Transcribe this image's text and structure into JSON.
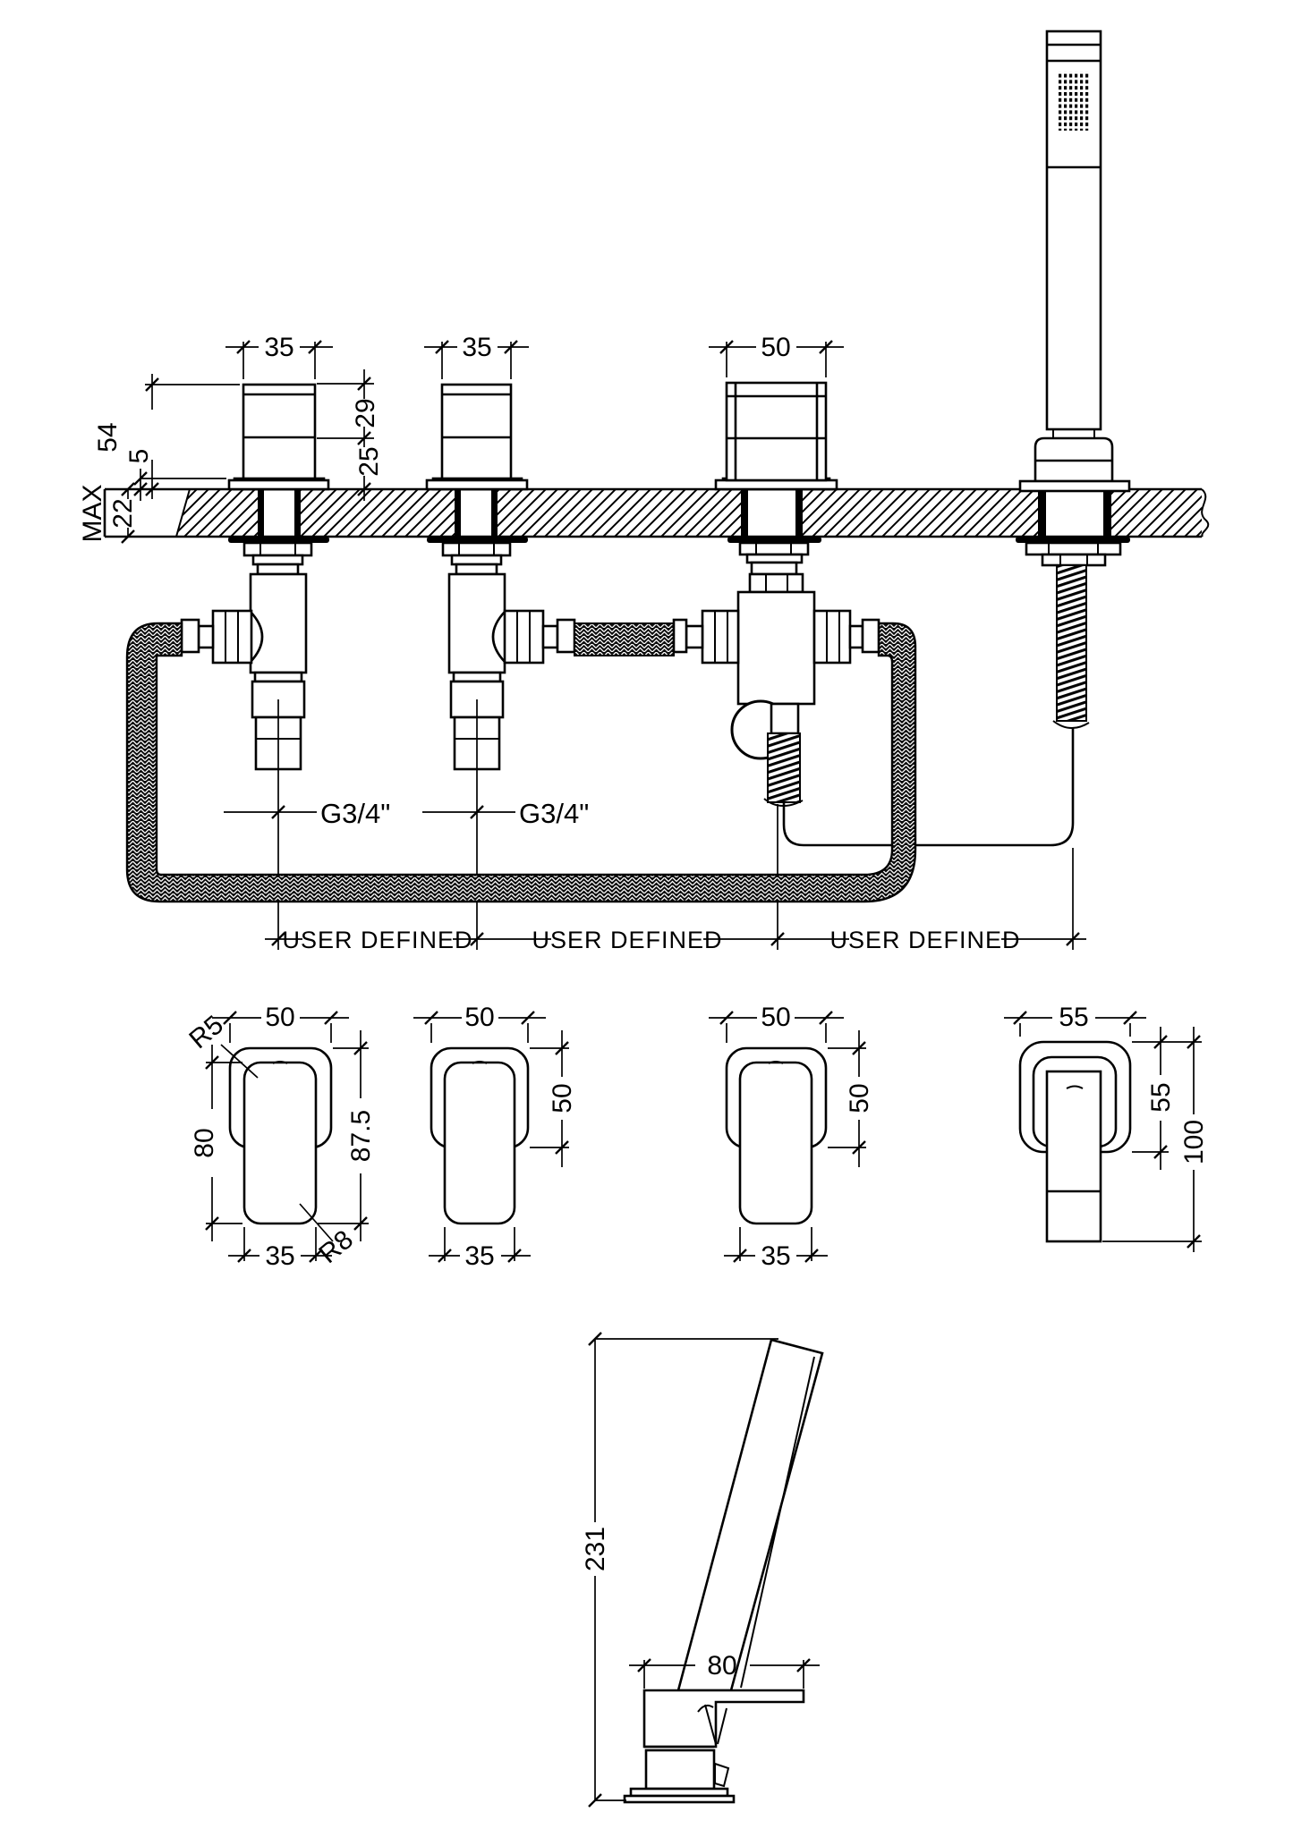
{
  "elevation": {
    "dim_handle1_width": "35",
    "dim_handle2_width": "35",
    "dim_spout_width": "50",
    "dim_total_height": "54",
    "dim_plate_gap": "5",
    "dim_upper_height": "29",
    "dim_lower_height": "25",
    "deck_max_label": "MAX",
    "dim_deck_thickness": "22",
    "thread_label_1": "G3/4\"",
    "thread_label_2": "G3/4\"",
    "span_label_1": "USER DEFINED",
    "span_label_2": "USER DEFINED",
    "span_label_3": "USER DEFINED"
  },
  "profiles": {
    "handle1": {
      "dim_width_top": "50",
      "dim_height_inner": "80",
      "dim_height_outer": "87.5",
      "dim_width_bottom": "35",
      "radius_top": "R5",
      "radius_bottom": "R8"
    },
    "handle2": {
      "dim_width_top": "50",
      "dim_height_outer": "50",
      "dim_width_bottom": "35"
    },
    "spout": {
      "dim_width_top": "50",
      "dim_height_outer": "50",
      "dim_width_bottom": "35"
    },
    "holder": {
      "dim_width_top": "55",
      "dim_height_square": "55",
      "dim_height_total": "100"
    }
  },
  "side_view": {
    "dim_total_height": "231",
    "dim_body_width": "80"
  }
}
